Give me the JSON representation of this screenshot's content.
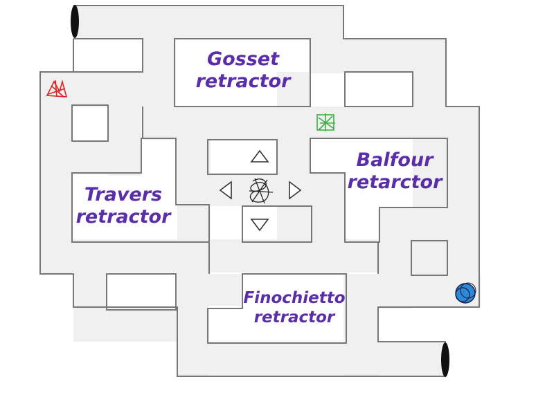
{
  "game": {
    "title": "retractor maze",
    "labels": {
      "gosset": [
        "Gosset",
        "retractor"
      ],
      "balfour": [
        "Balfour",
        "retarctor"
      ],
      "travers": [
        "Travers",
        "retractor"
      ],
      "finochietto": [
        "Finochietto",
        "retractor"
      ]
    },
    "controls": [
      "up",
      "down",
      "left",
      "right"
    ],
    "pieces": {
      "player": "scribble-figure",
      "red": "red-scribble-creature",
      "green": "green-scribble-creature",
      "blue": "blue-scribble-ball"
    },
    "colors": {
      "corridor": "#f0f0f0",
      "wall": "#777777",
      "label": "#5a2ea8",
      "red": "#e02020",
      "green": "#3cb043",
      "blue": "#2a8ad8"
    }
  }
}
